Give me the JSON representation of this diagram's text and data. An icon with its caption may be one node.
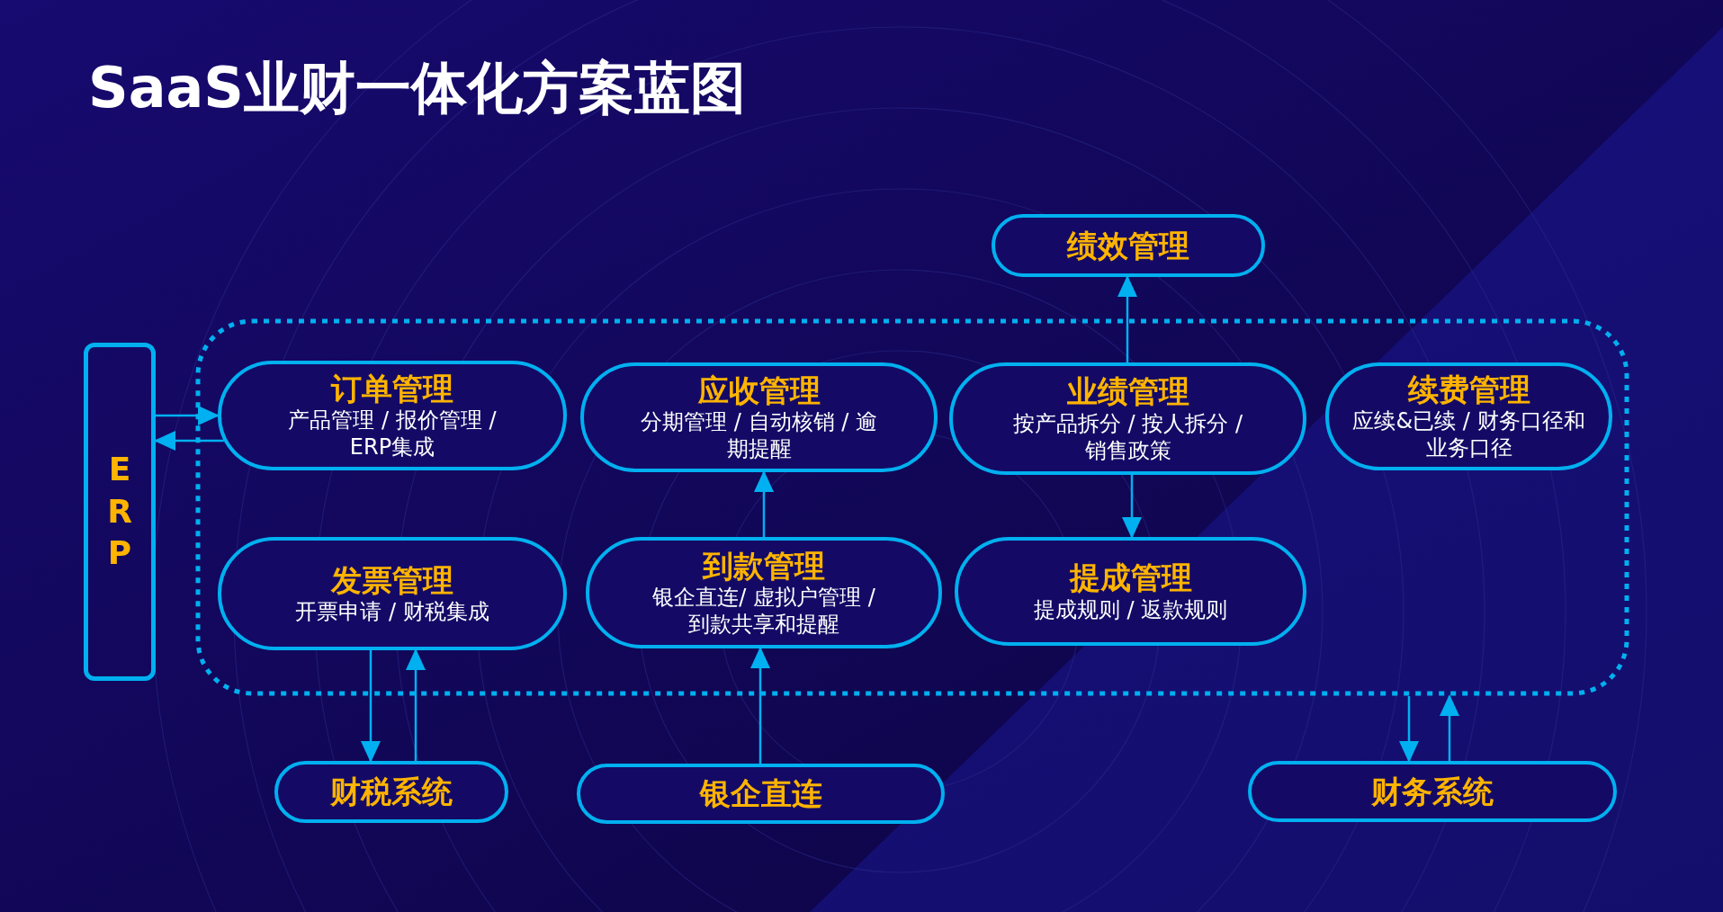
{
  "diagram": {
    "title": "SaaS业财一体化方案蓝图",
    "nodes": [
      {
        "text": [
          "绩效管理"
        ]
      },
      {
        "text": [
          "ERP"
        ]
      },
      {
        "text": [],
        "shape": "box"
      },
      {
        "text": [
          "订单管理",
          "产品管理 / 报价管理 / ERP集成"
        ],
        "in": 2
      },
      {
        "text": [
          "应收管理",
          "分期管理 / 自动核销 / 逾期提醒"
        ],
        "in": 2
      },
      {
        "text": [
          "业绩管理",
          "按产品拆分 / 按人拆分 / 销售政策"
        ],
        "in": 2
      },
      {
        "text": [
          "续费管理",
          "应续&已续 / 财务口径和业务口径"
        ],
        "in": 2
      },
      {
        "text": [
          "发票管理",
          "开票申请 / 财税集成"
        ],
        "in": 2
      },
      {
        "text": [
          "到款管理",
          "银企直连/ 虚拟户管理 / 到款共享和提醒"
        ],
        "in": 2
      },
      {
        "text": [
          "提成管理",
          "提成规则 / 返款规则"
        ],
        "in": 2
      },
      {
        "text": [
          "财税系统"
        ]
      },
      {
        "text": [
          "银企直连"
        ]
      },
      {
        "text": [
          "财务系统"
        ]
      }
    ],
    "edges": [
      {
        "from": 1,
        "to": 3,
        "arrow": "to"
      },
      {
        "from": 3,
        "to": 1,
        "arrow": "to"
      },
      {
        "from": 5,
        "to": 0,
        "arrow": "to"
      },
      {
        "from": 5,
        "to": 9,
        "arrow": "to"
      },
      {
        "from": 8,
        "to": 4,
        "arrow": "to"
      },
      {
        "from": 7,
        "to": 10,
        "arrow": "to"
      },
      {
        "from": 10,
        "to": 7,
        "arrow": "to"
      },
      {
        "from": 11,
        "to": 8,
        "arrow": "to"
      },
      {
        "from": 2,
        "to": 12,
        "arrow": "to"
      },
      {
        "from": 12,
        "to": 2,
        "arrow": "to"
      }
    ]
  }
}
